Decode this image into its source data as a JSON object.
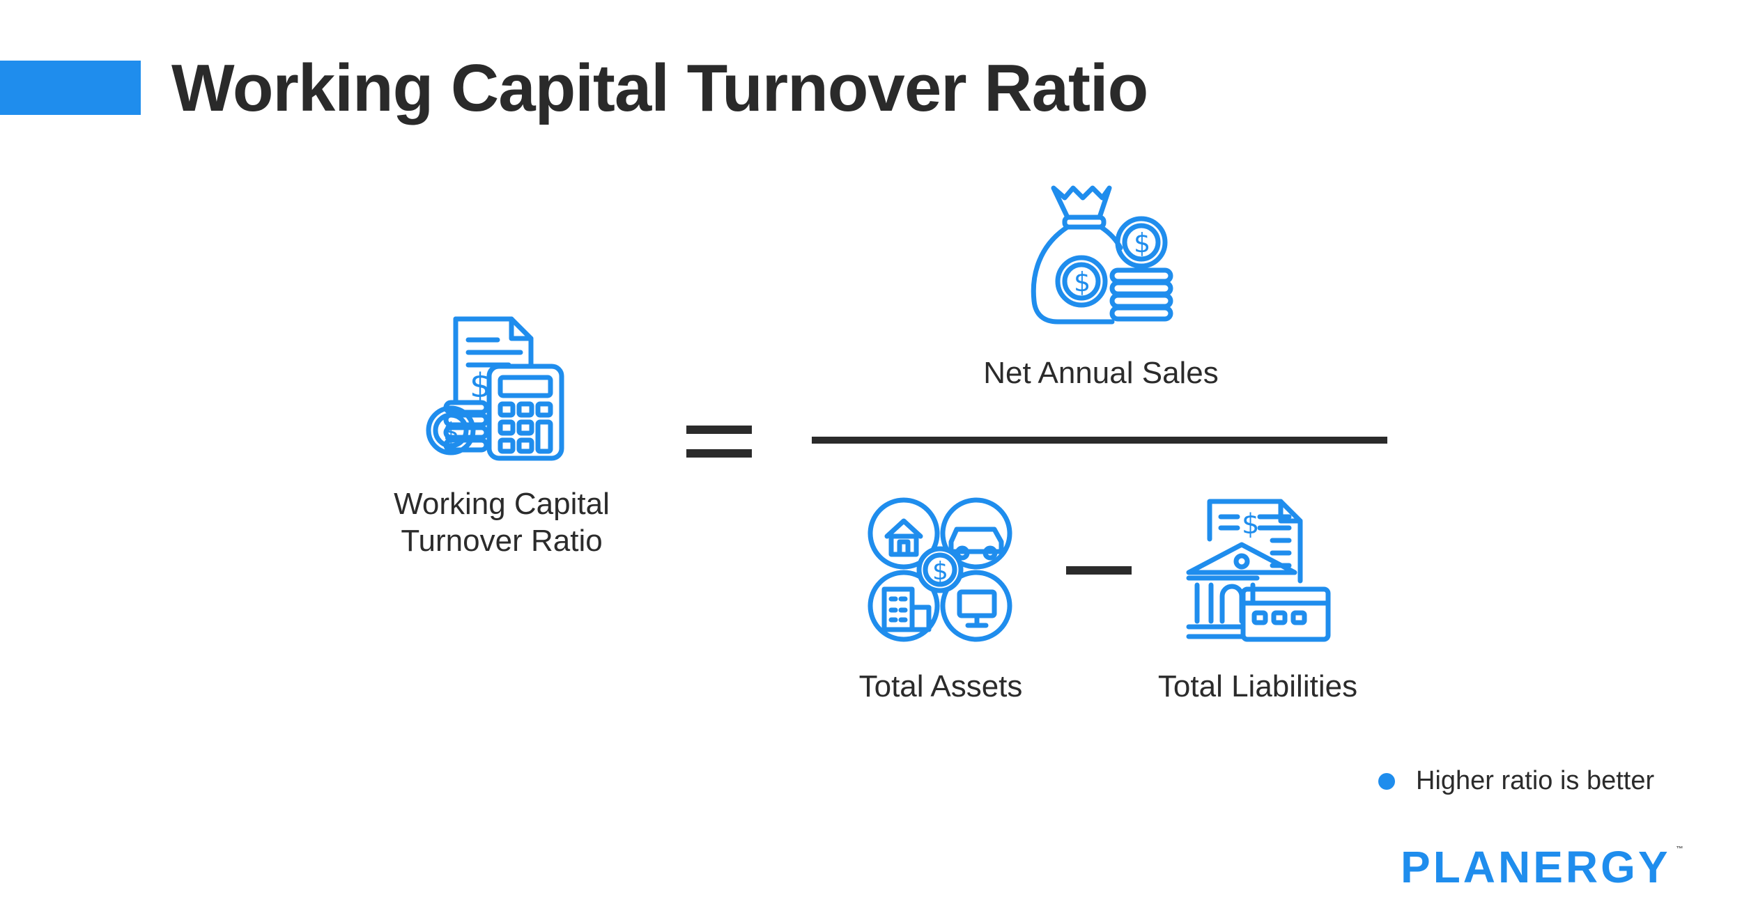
{
  "title": "Working Capital Turnover Ratio",
  "lhs": {
    "line1": "Working Capital",
    "line2": "Turnover Ratio",
    "icon": "calculator-document-coins-icon"
  },
  "numerator": {
    "label": "Net Annual Sales",
    "icon": "money-bag-coins-icon"
  },
  "denominator": {
    "left": {
      "label": "Total Assets",
      "icon": "assets-circles-icon"
    },
    "right": {
      "label": "Total Liabilities",
      "icon": "bank-invoice-card-icon"
    }
  },
  "note": "Higher ratio is better",
  "logo": {
    "text": "PLANERGY",
    "tm": "™"
  },
  "colors": {
    "accent": "#1f8ded",
    "text": "#2b2b2b"
  }
}
